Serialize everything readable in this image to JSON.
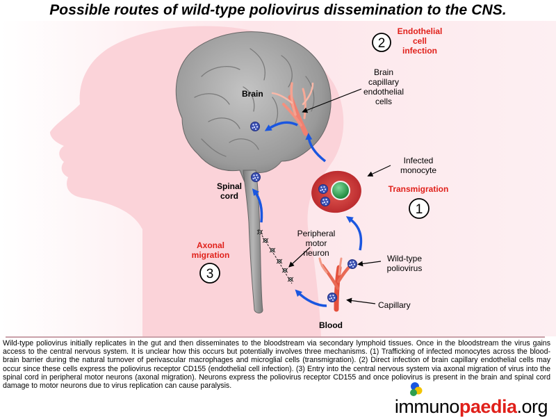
{
  "title": "Possible routes of wild-type poliovirus dissemination to the CNS.",
  "labels": {
    "brain": "Brain",
    "endothelial": [
      "Endothelial",
      "cell",
      "infection"
    ],
    "capillary_cells": [
      "Brain",
      "capillary",
      "endothelial",
      "cells"
    ],
    "infected_monocyte": [
      "Infected",
      "monocyte"
    ],
    "transmigration": "Transmigration",
    "spinal_cord": [
      "Spinal",
      "cord"
    ],
    "axonal": [
      "Axonal",
      "migration"
    ],
    "peripheral": [
      "Peripheral",
      "motor",
      "neuron"
    ],
    "wild_type": [
      "Wild-type",
      "poliovirus"
    ],
    "capillary": "Capillary",
    "blood": "Blood"
  },
  "numbers": {
    "route1": "1",
    "route2": "2",
    "route3": "3"
  },
  "caption": "Wild-type poliovirus initially replicates in the gut and then disseminates to the bloodstream via secondary lymphoid tissues. Once in the bloodstream the virus gains access to the central nervous system. It is unclear how this occurs but potentially involves three mechanisms. (1) Trafficking of infected monocytes across the blood-brain barrier during the natural turnover of perivascular macrophages and microglial cells (transmigration). (2) Direct infection of brain capillary endothelial cells may occur since these cells express the poliovirus receptor CD155 (endothelial cell infection). (3) Entry into the central nervous system via axonal migration of virus into the spinal cord in peripheral motor neurons (axonal migration). Neurons express the poliovirus receptor CD155 and once poliovirus is present in the brain and spinal cord damage to motor neurons due to virus replication can cause paralysis.",
  "logo": {
    "part1": "immuno",
    "part2": "paedia",
    "part3": ".org"
  },
  "colors": {
    "head_pink": "#fbd3d9",
    "brain_gray": "#999999",
    "accent_red": "#e0201a",
    "arrow_blue": "#1a56e0",
    "virus_blue": "#3a4fb0",
    "monocyte_red": "#d63b3b",
    "nucleus_green": "#2e9e4e"
  }
}
